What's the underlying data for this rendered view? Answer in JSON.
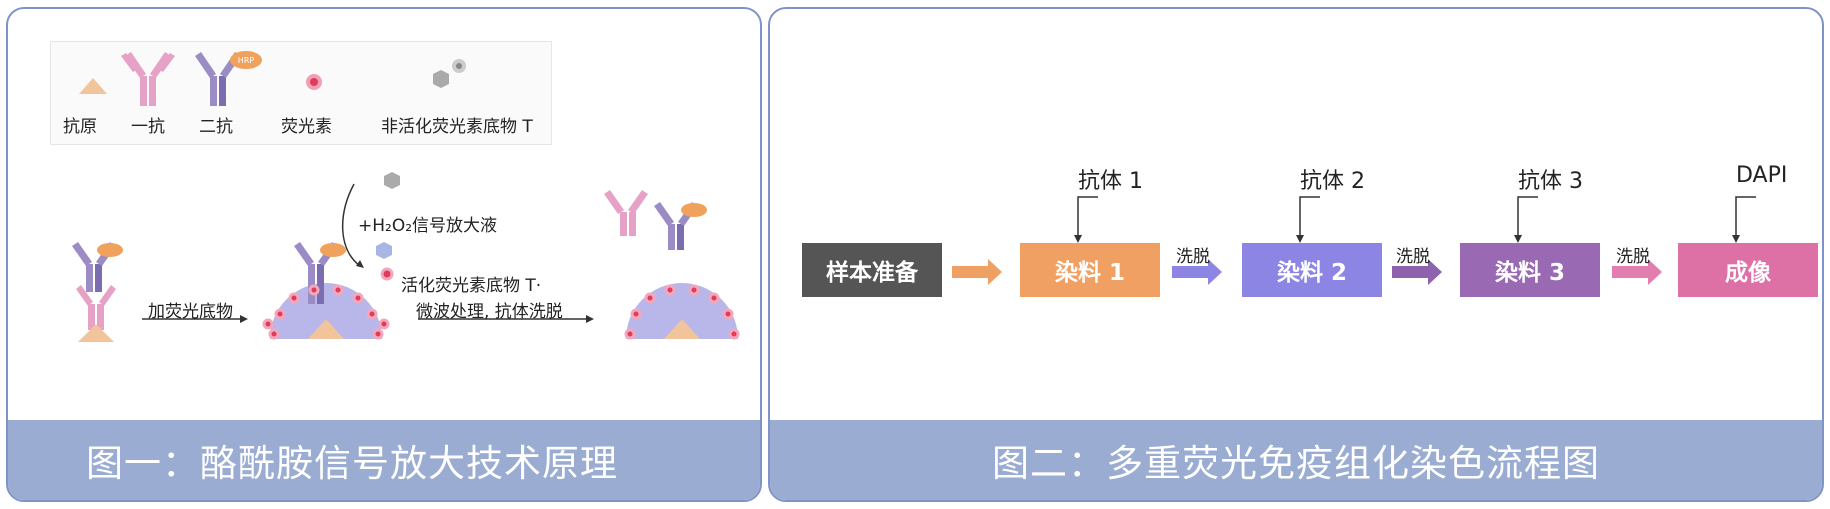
{
  "left": {
    "legend": {
      "antigen": "抗原",
      "primary": "一抗",
      "secondary": "二抗",
      "fluor": "荧光素",
      "substrate": "非活化荧光素底物 T",
      "hrp": "HRP"
    },
    "steps": {
      "add_label": "加荧光底物",
      "h2o2_label": "+H₂O₂信号放大液",
      "activated_label": "活化荧光素底物 T·",
      "microwave_label": "微波处理, 抗体洗脱"
    },
    "caption": "图一：酪酰胺信号放大技术原理"
  },
  "right": {
    "steps": [
      {
        "label": "样本准备",
        "color": "#555555"
      },
      {
        "label": "染料 1",
        "color": "#f0a063",
        "antibody": "抗体 1"
      },
      {
        "label": "染料 2",
        "color": "#8c85e3",
        "antibody": "抗体 2"
      },
      {
        "label": "染料 3",
        "color": "#9a69b3",
        "antibody": "抗体 3"
      },
      {
        "label": "成像",
        "color": "#dd71a6",
        "antibody": "DAPI"
      }
    ],
    "wash_label": "洗脱",
    "arrow_colors": [
      "#f0a063",
      "#8c85e3",
      "#8f62ae",
      "#e27db0"
    ],
    "caption": "图二：多重荧光免疫组化染色流程图"
  }
}
